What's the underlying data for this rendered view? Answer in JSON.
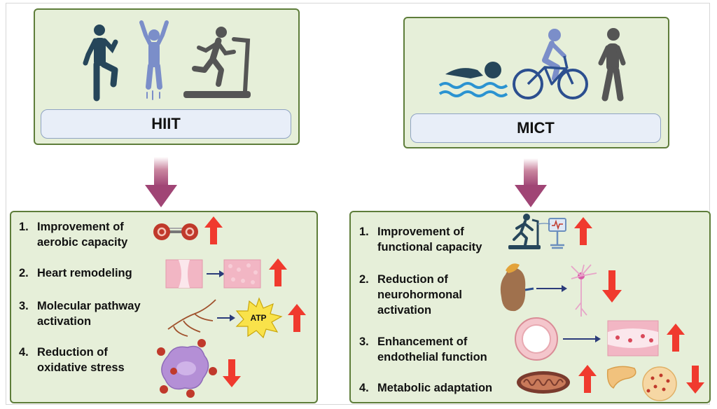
{
  "colors": {
    "panel_fill": "#e6efd9",
    "panel_border": "#5e7d3a",
    "label_fill": "#e8eef8",
    "flow_arrow": "#a04575",
    "increase_arrow": "#f03a2e",
    "decrease_arrow": "#f03a2e",
    "figure_navy": "#26465a",
    "figure_blue": "#7b8ec9",
    "figure_gray": "#555555"
  },
  "hiit": {
    "label": "HIIT",
    "icons": [
      "knee-raise-person-icon",
      "jumping-person-icon",
      "treadmill-runner-icon"
    ],
    "effects": [
      {
        "number": "1.",
        "lines": [
          "Improvement of",
          "aerobic capacity"
        ],
        "icon": "oxygen-molecule-icon",
        "direction": "up"
      },
      {
        "number": "2.",
        "lines": [
          "Heart remodeling"
        ],
        "icon": "heart-tissue-icon",
        "direction": "up"
      },
      {
        "number": "3.",
        "lines": [
          "Molecular pathway",
          "activation"
        ],
        "icon": "atp-burst-icon",
        "icon_text": "ATP",
        "direction": "up"
      },
      {
        "number": "4.",
        "lines": [
          "Reduction of",
          "oxidative stress"
        ],
        "icon": "ros-cell-icon",
        "direction": "down"
      }
    ]
  },
  "mict": {
    "label": "MICT",
    "icons": [
      "swimmer-icon",
      "cyclist-icon",
      "walking-person-icon"
    ],
    "effects": [
      {
        "number": "1.",
        "lines": [
          "Improvement of",
          "functional capacity"
        ],
        "icon": "treadmill-test-icon",
        "direction": "up"
      },
      {
        "number": "2.",
        "lines": [
          "Reduction of",
          "neurohormonal",
          "activation"
        ],
        "icon": "adrenal-neuron-icon",
        "direction": "down"
      },
      {
        "number": "3.",
        "lines": [
          "Enhancement of",
          "endothelial function"
        ],
        "icon": "vessel-endothelium-icon",
        "direction": "up"
      },
      {
        "number": "4.",
        "lines": [
          "Metabolic adaptation"
        ],
        "icon": "mitochondria-pancreas-icon",
        "direction": "mixed"
      }
    ]
  }
}
